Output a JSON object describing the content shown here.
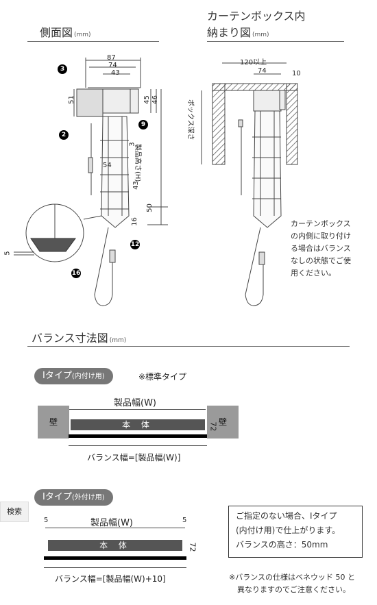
{
  "side_view": {
    "title": "側面図",
    "unit": "(mm)",
    "dims": {
      "d87": "87",
      "d74": "74",
      "d43": "43",
      "d51": "51",
      "d45": "45",
      "d46": "46",
      "d3": "3",
      "d54": "54",
      "d43b": "43",
      "d50": "50",
      "d16": "16",
      "d5": "5",
      "height_label": "製品高さ(H)"
    },
    "callouts": {
      "c3": "3",
      "c2": "2",
      "c9": "9",
      "c12": "12",
      "c16": "16"
    }
  },
  "box_view": {
    "title_line1": "カーテンボックス内",
    "title_line2": "納まり図",
    "unit": "(mm)",
    "dims": {
      "d120": "120以上",
      "d74": "74",
      "d10": "10",
      "depth_label": "ボックス深さ"
    },
    "note": [
      "カーテンボックス",
      "の内側に取り付け",
      "る場合はバランス",
      "なしの状態でご使",
      "用ください。"
    ]
  },
  "valance": {
    "title": "バランス寸法図",
    "unit": "(mm)",
    "type_inner": {
      "badge": "Iタイプ",
      "badge_sub": "(内付け用)",
      "standard": "※標準タイプ",
      "product_width": "製品幅(W)",
      "wall_left": "壁",
      "wall_right": "壁",
      "body": "本 体",
      "height": "72",
      "valance_width": "バランス幅=[製品幅(W)]"
    },
    "type_outer": {
      "badge": "Iタイプ",
      "badge_sub": "(外付け用)",
      "left_gap": "5",
      "right_gap": "5",
      "product_width": "製品幅(W)",
      "body": "本 体",
      "height": "72",
      "valance_width": "バランス幅=[製品幅(W)+10]"
    },
    "box_note": [
      "ご指定のない場合、Iタイプ",
      "(内付け用)で仕上がります。",
      "バランスの高さ：50mm"
    ],
    "footnote": [
      "※バランスの仕様はベネウッド 50 と",
      "異なりますのでご注意ください。"
    ]
  },
  "search_tab": "検索"
}
